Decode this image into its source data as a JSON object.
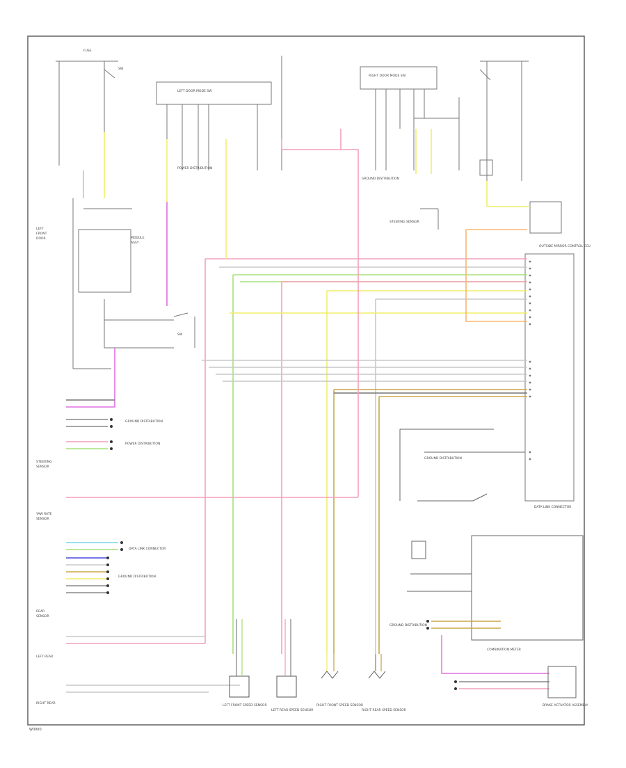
{
  "diagram": {
    "footer_code": "W0000",
    "components": {
      "left_door_control": "LEFT DOOR MODE SW",
      "right_door_control": "RIGHT DOOR MODE SW",
      "outside_mirror_control": "OUTSIDE MIRROR CONTROL ECU",
      "combination_meter": "COMBINATION METER",
      "brake_actuator": "BRAKE ACTUATOR ASSEMBLY",
      "steering_sensor": "STEERING SENSOR"
    },
    "sensors": [
      "LEFT FRONT SPEED SENSOR",
      "LEFT REAR SPEED SENSOR",
      "RIGHT FRONT SPEED SENSOR",
      "RIGHT REAR SPEED SENSOR"
    ],
    "notes": {
      "power_dist": "POWER DISTRIBUTION",
      "ground_dist": "GROUND DISTRIBUTION",
      "data_link": "DATA LINK CONNECTOR"
    },
    "wire_colors": {
      "pink": "#f4a0b8",
      "magenta": "#e070e0",
      "yellow": "#f2ee6a",
      "green": "#a8e07a",
      "orange": "#f7b870",
      "olive": "#c8a848",
      "blue": "#4a4ae0",
      "cyan": "#7ad8e8",
      "gray": "#b8b8b8",
      "dark": "#555555"
    }
  }
}
